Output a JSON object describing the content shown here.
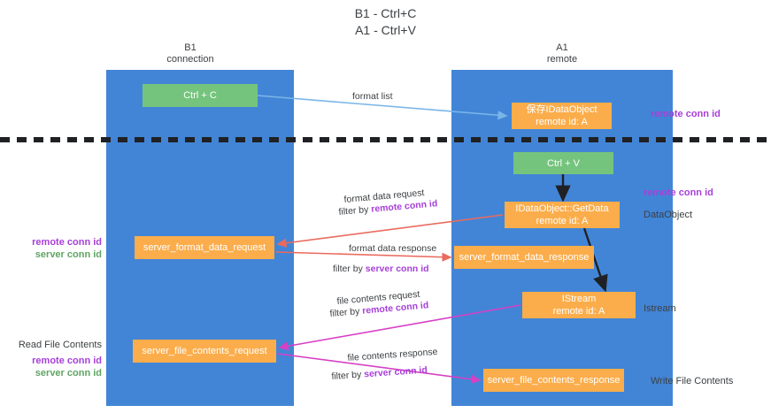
{
  "title": {
    "line1": "B1 - Ctrl+C",
    "line2": "A1 - Ctrl+V"
  },
  "lanes": [
    {
      "id": "b1",
      "title": "B1",
      "subtitle": "connection",
      "color": "#4285d6"
    },
    {
      "id": "a1",
      "title": "A1",
      "subtitle": "remote",
      "color": "#4285d6"
    }
  ],
  "nodes": {
    "ctrl_c": {
      "label": "Ctrl + C",
      "color": "#75c47d"
    },
    "ctrl_v": {
      "label": "Ctrl + V",
      "color": "#75c47d"
    },
    "save_idataobject": {
      "label": "保存IDataObject",
      "sub": "remote id: A",
      "color": "#fbad4b"
    },
    "idataobject_getdata": {
      "label": "IDataObject::GetData",
      "sub": "remote id: A",
      "color": "#fbad4b"
    },
    "server_format_data_request": {
      "label": "server_format_data_request",
      "color": "#fbad4b"
    },
    "server_format_data_response": {
      "label": "server_format_data_response",
      "color": "#fbad4b"
    },
    "istream": {
      "label": "IStream",
      "sub": "remote id: A",
      "color": "#fbad4b"
    },
    "server_file_contents_request": {
      "label": "server_file_contents_request",
      "color": "#fbad4b"
    },
    "server_file_contents_response": {
      "label": "server_file_contents_response",
      "color": "#fbad4b"
    }
  },
  "edges": {
    "format_list": {
      "label": "format list",
      "color": "#7ab5e8"
    },
    "format_data_request": {
      "label": "format data request",
      "filter_prefix": "filter by ",
      "filter_key": "remote conn id",
      "color": "#ea6a5e"
    },
    "format_data_response": {
      "label": "format data response",
      "filter_prefix": "filter by ",
      "filter_key": "server conn id",
      "color": "#ea6a5e"
    },
    "file_contents_request": {
      "label": "file contents request",
      "filter_prefix": "filter by ",
      "filter_key": "remote conn id",
      "color": "#d740c5"
    },
    "file_contents_response": {
      "label": "file contents response",
      "filter_prefix": "filter by ",
      "filter_key": "server conn id",
      "color": "#d740c5"
    }
  },
  "annotations": {
    "remote_conn_id_top": "remote conn id",
    "remote_conn_id_mid": "remote conn id",
    "dataobject": "DataObject",
    "istream": "Istream",
    "write_file_contents": "Write File Contents",
    "read_file_contents": "Read File Contents",
    "left_remote_conn_id_1": "remote conn id",
    "left_server_conn_id_1": "server conn id",
    "left_remote_conn_id_2": "remote conn id",
    "left_server_conn_id_2": "server conn id"
  },
  "colors": {
    "lane": "#4285d6",
    "node_green": "#75c47d",
    "node_orange": "#fbad4b",
    "purple": "#a63fd9",
    "green_text": "#5fa463",
    "red_arrow": "#ea6a5e",
    "magenta_arrow": "#d740c5",
    "blue_arrow": "#7ab5e8",
    "black_arrow": "#202124",
    "divider": "#202124"
  }
}
